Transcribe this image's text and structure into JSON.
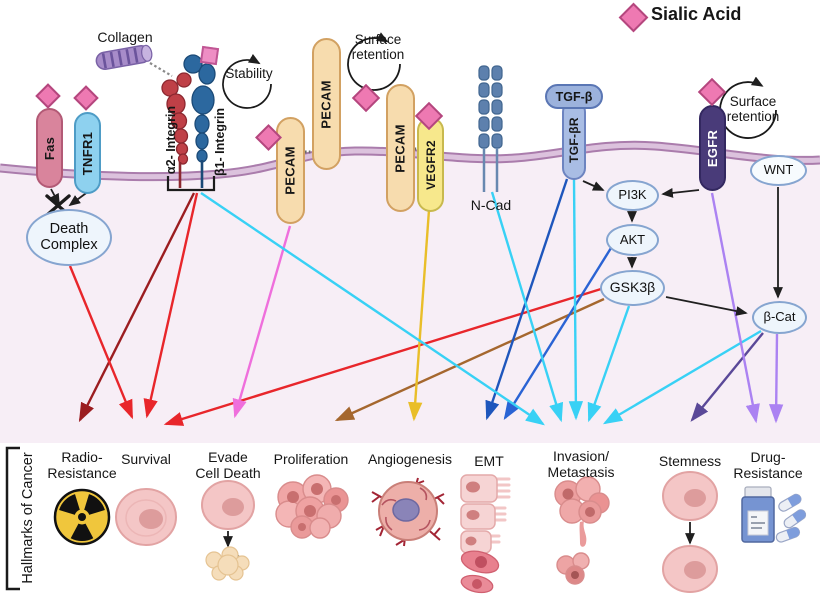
{
  "legend": {
    "sialic_acid": "Sialic Acid"
  },
  "receptors": {
    "fas": "Fas",
    "tnfr1": "TNFR1",
    "collagen": "Collagen",
    "alpha2_integrin": "α2- Integrin",
    "beta1_integrin": "β1- Integrin",
    "stability": "Stability",
    "pecam_left": "PECAM",
    "pecam_top": "PECAM",
    "pecam_right": "PECAM",
    "surface_retention_pecam": "Surface\nretention",
    "vegfr2": "VEGFR2",
    "n_cad": "N-Cad",
    "tgf_beta": "TGF-β",
    "tgf_beta_r": "TGF-βR",
    "egfr": "EGFR",
    "surface_retention_egfr": "Surface\nretention",
    "wnt": "WNT"
  },
  "intracellular": {
    "death_complex": "Death\nComplex",
    "pi3k": "PI3K",
    "akt": "AKT",
    "gsk3b": "GSK3β",
    "b_cat": "β-Cat"
  },
  "hallmarks": {
    "axis_label": "Hallmarks of Cancer",
    "items": [
      {
        "label": "Radio-\nResistance",
        "icon": "radiation-symbol"
      },
      {
        "label": "Survival",
        "icon": "cell"
      },
      {
        "label": "Evade\nCell Death",
        "icon": "cell-death-blocked"
      },
      {
        "label": "Proliferation",
        "icon": "cell-cluster"
      },
      {
        "label": "Angiogenesis",
        "icon": "vascularized-cell"
      },
      {
        "label": "EMT",
        "icon": "epithelial-to-mesenchymal"
      },
      {
        "label": "Invasion/\nMetastasis",
        "icon": "invading-cell-clusters"
      },
      {
        "label": "Stemness",
        "icon": "cell-self-renewal"
      },
      {
        "label": "Drug-\nResistance",
        "icon": "pill-bottle-and-capsules"
      }
    ]
  },
  "pathway_edges": [
    {
      "from": "Fas",
      "to": "Death Complex",
      "style": "blocked-x",
      "color": "black"
    },
    {
      "from": "TNFR1",
      "to": "Death Complex",
      "style": "blocked-x",
      "color": "black"
    },
    {
      "from": "Death Complex",
      "to": "Survival",
      "color": "red"
    },
    {
      "from": "α2/β1-Integrin",
      "to": "Radio-Resistance",
      "color": "dark-red"
    },
    {
      "from": "α2/β1-Integrin",
      "to": "Survival",
      "color": "red"
    },
    {
      "from": "α2/β1-Integrin",
      "to": "Invasion/Metastasis",
      "color": "cyan"
    },
    {
      "from": "PECAM",
      "to": "Evade Cell Death",
      "color": "magenta"
    },
    {
      "from": "VEGFR2",
      "to": "Angiogenesis",
      "color": "yellow"
    },
    {
      "from": "N-Cad",
      "to": "Invasion/Metastasis",
      "color": "cyan"
    },
    {
      "from": "TGF-βR",
      "to": "PI3K",
      "color": "black"
    },
    {
      "from": "TGF-βR",
      "to": "EMT",
      "color": "blue"
    },
    {
      "from": "TGF-βR",
      "to": "Invasion/Metastasis",
      "color": "cyan"
    },
    {
      "from": "EGFR",
      "to": "PI3K",
      "color": "black"
    },
    {
      "from": "EGFR",
      "to": "Drug-Resistance",
      "color": "light-purple"
    },
    {
      "from": "WNT",
      "to": "β-Cat",
      "color": "black"
    },
    {
      "from": "PI3K",
      "to": "AKT",
      "color": "black"
    },
    {
      "from": "AKT",
      "to": "GSK3β",
      "color": "black"
    },
    {
      "from": "AKT",
      "to": "EMT",
      "color": "blue"
    },
    {
      "from": "GSK3β",
      "to": "β-Cat",
      "color": "black"
    },
    {
      "from": "GSK3β",
      "to": "Survival",
      "color": "red"
    },
    {
      "from": "GSK3β",
      "to": "Proliferation",
      "color": "brown"
    },
    {
      "from": "GSK3β",
      "to": "Invasion/Metastasis",
      "color": "cyan"
    },
    {
      "from": "β-Cat",
      "to": "Invasion/Metastasis",
      "color": "cyan"
    },
    {
      "from": "β-Cat",
      "to": "Stemness",
      "color": "dark-purple"
    },
    {
      "from": "β-Cat",
      "to": "Drug-Resistance",
      "color": "light-purple"
    }
  ],
  "colors": {
    "sialic_acid_pink": "#ee79b2",
    "membrane": "#aa7cac",
    "cytoplasm": "#f7eef6",
    "arrow_dark_red": "#9b1d20",
    "arrow_red": "#e8262b",
    "arrow_magenta": "#ef6fdc",
    "arrow_brown": "#a5672e",
    "arrow_yellow": "#e9be29",
    "arrow_blue": "#1e56bc",
    "arrow_cyan": "#38d1f5",
    "arrow_dark_purple": "#5a4898",
    "arrow_light_purple": "#ab82f2"
  }
}
